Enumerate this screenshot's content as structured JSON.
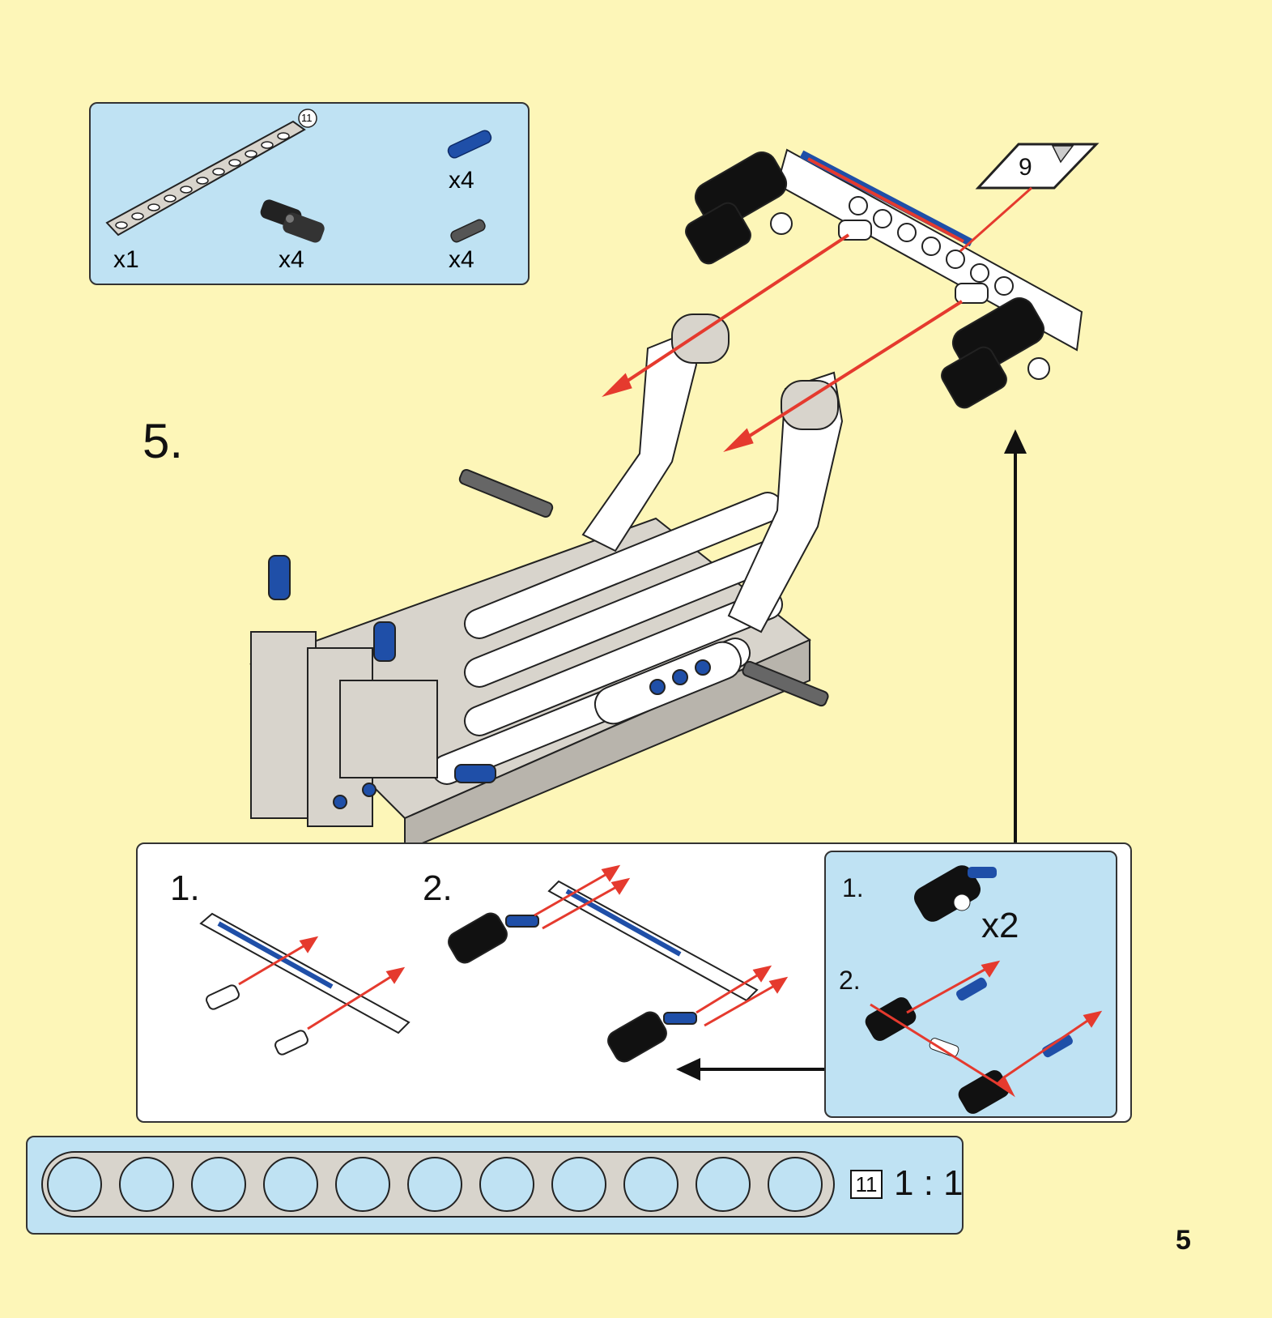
{
  "parts_list": {
    "beam_length_badge": "11",
    "items": [
      {
        "name": "liftarm-11",
        "qty": "x1"
      },
      {
        "name": "angle-connector",
        "qty": "x4"
      },
      {
        "name": "blue-pin",
        "qty": "x4"
      },
      {
        "name": "grey-pin",
        "qty": "x4"
      }
    ]
  },
  "step": {
    "number": "5."
  },
  "sticker_callout": {
    "number": "9"
  },
  "sub_steps": {
    "step1_label": "1.",
    "step2_label": "2."
  },
  "sub_assembly": {
    "step1_label": "1.",
    "step2_label": "2.",
    "multiplier": "x2"
  },
  "ruler": {
    "badge": "11",
    "scale": "1 : 1"
  },
  "page": {
    "number": "5"
  },
  "colors": {
    "background": "#fdf6b8",
    "panel_blue": "#bfe2f3",
    "arrow_red": "#e53a2e",
    "pin_blue": "#1f4fa8"
  }
}
